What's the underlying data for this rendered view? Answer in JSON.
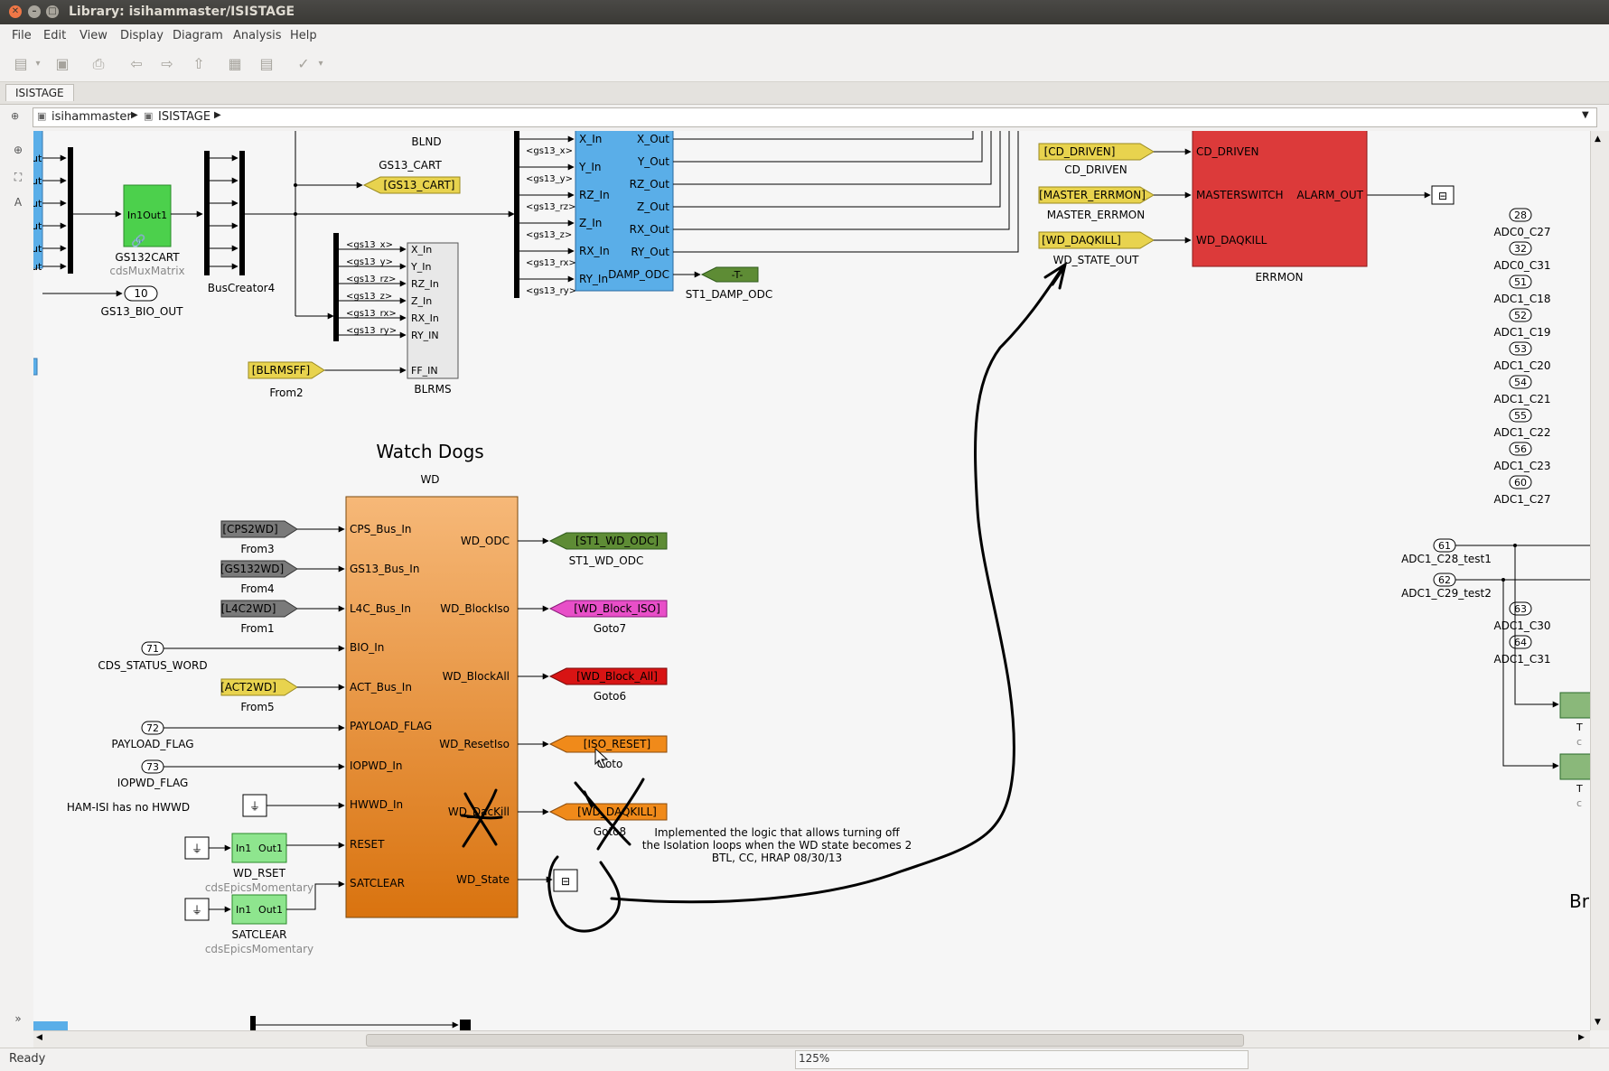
{
  "window": {
    "title": "Library: isihammaster/ISISTAGE"
  },
  "menu": [
    "File",
    "Edit",
    "View",
    "Display",
    "Diagram",
    "Analysis",
    "Help"
  ],
  "tab": "ISISTAGE",
  "breadcrumb": [
    "isihammaster",
    "ISISTAGE"
  ],
  "status": {
    "text": "Ready",
    "zoom": "125%"
  },
  "diagram": {
    "blnd_label": "BLND",
    "gs13cart_label": "GS13_CART",
    "gs13cart_goto": "[GS13_CART]",
    "gs132cart_block": "In1Out1",
    "gs132cart_name": "GS132CART",
    "gs132cart_lib": "cdsMuxMatrix",
    "buscreator_name": "BusCreator4",
    "gs13_bio_num": "10",
    "gs13_bio_name": "GS13_BIO_OUT",
    "out_port_label": "ut",
    "blrms_ports": [
      "X_In",
      "Y_In",
      "RZ_In",
      "Z_In",
      "RX_In",
      "RY_IN",
      "FF_IN"
    ],
    "blrms_name": "BLRMS",
    "blrms_sig": [
      "<gs13_x>",
      "<gs13_y>",
      "<gs13_rz>",
      "<gs13_z>",
      "<gs13_rx>",
      "<gs13_ry>"
    ],
    "from2_tag": "[BLRMSFF]",
    "from2_name": "From2",
    "damp_in": [
      "X_In",
      "Y_In",
      "RZ_In",
      "Z_In",
      "RX_In",
      "RY_In"
    ],
    "damp_out": [
      "X_Out",
      "Y_Out",
      "RZ_Out",
      "Z_Out",
      "RX_Out",
      "RY_Out",
      "DAMP_ODC"
    ],
    "damp_sig": [
      "<gs13_x>",
      "<gs13_y>",
      "<gs13_rz>",
      "<gs13_z>",
      "<gs13_rx>",
      "<gs13_ry>"
    ],
    "damp_goto": "-T-",
    "damp_goto_name": "ST1_DAMP_ODC",
    "errmon_in": [
      "CD_DRIVEN",
      "MASTERSWITCH",
      "WD_DAQKILL"
    ],
    "errmon_out": "ALARM_OUT",
    "errmon_name": "ERRMON",
    "errmon_from_tags": [
      "[CD_DRIVEN]",
      "[MASTER_ERRMON]",
      "[WD_DAQKILL]"
    ],
    "errmon_from_names": [
      "CD_DRIVEN",
      "MASTER_ERRMON",
      "WD_STATE_OUT"
    ],
    "section_title": "Watch Dogs",
    "wd_name": "WD",
    "wd_in": [
      "CPS_Bus_In",
      "GS13_Bus_In",
      "L4C_Bus_In",
      "BIO_In",
      "ACT_Bus_In",
      "PAYLOAD_FLAG",
      "IOPWD_In",
      "HWWD_In",
      "RESET",
      "SATCLEAR"
    ],
    "wd_out": [
      "WD_ODC",
      "WD_BlockIso",
      "WD_BlockAll",
      "WD_ResetIso",
      "WD_DacKill",
      "WD_State"
    ],
    "wd_from_tags": [
      "[CPS2WD]",
      "[GS132WD]",
      "[L4C2WD]",
      "[ACT2WD]"
    ],
    "wd_from_names": [
      "From3",
      "From4",
      "From1",
      "From5"
    ],
    "inports": [
      {
        "num": "71",
        "name": "CDS_STATUS_WORD"
      },
      {
        "num": "72",
        "name": "PAYLOAD_FLAG"
      },
      {
        "num": "73",
        "name": "IOPWD_FLAG"
      }
    ],
    "hwwd_note": "HAM-ISI has no HWWD",
    "wd_gotos": [
      {
        "tag": "[ST1_WD_ODC]",
        "name": "ST1_WD_ODC"
      },
      {
        "tag": "[WD_Block_ISO]",
        "name": "Goto7"
      },
      {
        "tag": "[WD_Block_All]",
        "name": "Goto6"
      },
      {
        "tag": "[ISO_RESET]",
        "name": "Goto"
      },
      {
        "tag": "[WD_DAQKILL]",
        "name": "Goto8"
      }
    ],
    "momentary": [
      {
        "in": "In1",
        "out": "Out1",
        "name": "WD_RSET",
        "lib": "cdsEpicsMomentary"
      },
      {
        "in": "In1",
        "out": "Out1",
        "name": "SATCLEAR",
        "lib": "cdsEpicsMomentary"
      }
    ],
    "annotation": [
      "Implemented the logic that allows turning off",
      "the Isolation loops when the WD state becomes 2",
      "BTL, CC, HRAP 08/30/13"
    ],
    "adc_ports": [
      {
        "num": "28",
        "name": "ADC0_C27"
      },
      {
        "num": "32",
        "name": "ADC0_C31"
      },
      {
        "num": "51",
        "name": "ADC1_C18"
      },
      {
        "num": "52",
        "name": "ADC1_C19"
      },
      {
        "num": "53",
        "name": "ADC1_C20"
      },
      {
        "num": "54",
        "name": "ADC1_C21"
      },
      {
        "num": "55",
        "name": "ADC1_C22"
      },
      {
        "num": "56",
        "name": "ADC1_C23"
      },
      {
        "num": "60",
        "name": "ADC1_C27"
      },
      {
        "num": "61",
        "name": "ADC1_C28_test1"
      },
      {
        "num": "62",
        "name": "ADC1_C29_test2"
      },
      {
        "num": "63",
        "name": "ADC1_C30"
      },
      {
        "num": "64",
        "name": "ADC1_C31"
      }
    ],
    "right_partial_label": "Br",
    "right_side_letters": [
      "T",
      "c"
    ]
  },
  "colors": {
    "from_yellow": "#e8d34e",
    "from_gray": "#7a7a7a",
    "goto_green": "#5e8c35",
    "goto_magenta": "#e84fc8",
    "goto_red": "#d81414",
    "goto_orange": "#f08a1a",
    "wd_block": "#f0a050",
    "errmon_block": "#dc3a3a",
    "damp_block": "#5aaee8",
    "cart_green": "#4cd04c"
  }
}
